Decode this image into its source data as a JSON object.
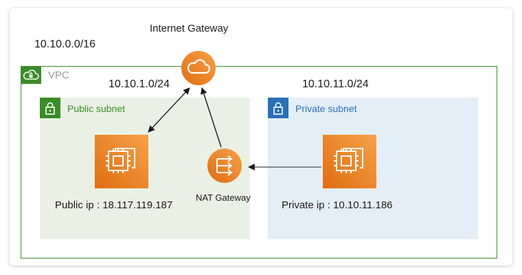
{
  "diagram": {
    "vpc_cidr": "10.10.0.0/16",
    "vpc_label": "VPC",
    "internet_gateway_label": "Internet Gateway",
    "nat_gateway_label": "NAT Gateway",
    "public_subnet": {
      "cidr": "10.10.1.0/24",
      "label": "Public subnet",
      "instance_ip": "Public ip : 18.117.119.187"
    },
    "private_subnet": {
      "cidr": "10.10.11.0/24",
      "label": "Private subnet",
      "instance_ip": "Private ip : 10.10.11.186"
    }
  },
  "colors": {
    "vpc_green": "#3b8c2a",
    "private_blue": "#2a70b8",
    "aws_orange": "#e06d11",
    "public_fill": "#eaf1e4",
    "private_fill": "#e4eef7"
  },
  "icons": {
    "vpc": "cloud-lock-icon",
    "subnet": "padlock-icon",
    "instance": "ec2-chip-icon",
    "internet_gateway": "cloud-icon",
    "nat_gateway": "nat-arrows-icon"
  }
}
